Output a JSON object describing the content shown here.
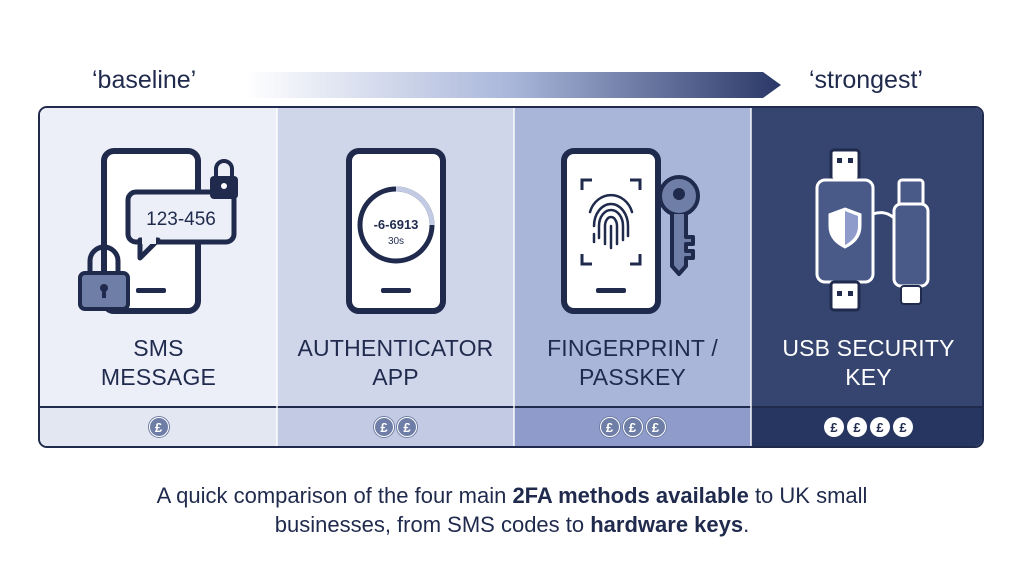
{
  "scale": {
    "left_label": "‘baseline’",
    "right_label": "‘strongest’"
  },
  "methods": [
    {
      "caption_line1": "SMS",
      "caption_line2": "MESSAGE",
      "code": "123-456",
      "cost": [
        "£"
      ],
      "tile_color": "#eceff7",
      "cost_color": "#e3e7f2",
      "icon": "sms-lock-icon"
    },
    {
      "caption_line1": "AUTHENTICATOR",
      "caption_line2": "APP",
      "code": "-6-6913",
      "timer": "30s",
      "cost": [
        "£",
        "£"
      ],
      "tile_color": "#cfd6ea",
      "cost_color": "#c2cbe3",
      "icon": "authenticator-timer-icon"
    },
    {
      "caption_line1": "FINGERPRINT /",
      "caption_line2": "PASSKEY",
      "cost": [
        "£",
        "£",
        "£"
      ],
      "tile_color": "#a9b6da",
      "cost_color": "#8f9ccb",
      "icon": "fingerprint-key-icon"
    },
    {
      "caption_line1": "USB SECURITY",
      "caption_line2": "KEY",
      "cost": [
        "£",
        "£",
        "£",
        "£"
      ],
      "tile_color": "#354570",
      "cost_color": "#273661",
      "icon": "usb-security-key-icon"
    }
  ],
  "footer": {
    "part1": "A quick comparison of the four main ",
    "bold1": "2FA methods available",
    "part2": " to UK small",
    "part3": "businesses, from SMS codes to ",
    "bold2": "hardware keys",
    "part4": "."
  },
  "colors": {
    "navy": "#1f2a4d",
    "white": "#ffffff"
  }
}
